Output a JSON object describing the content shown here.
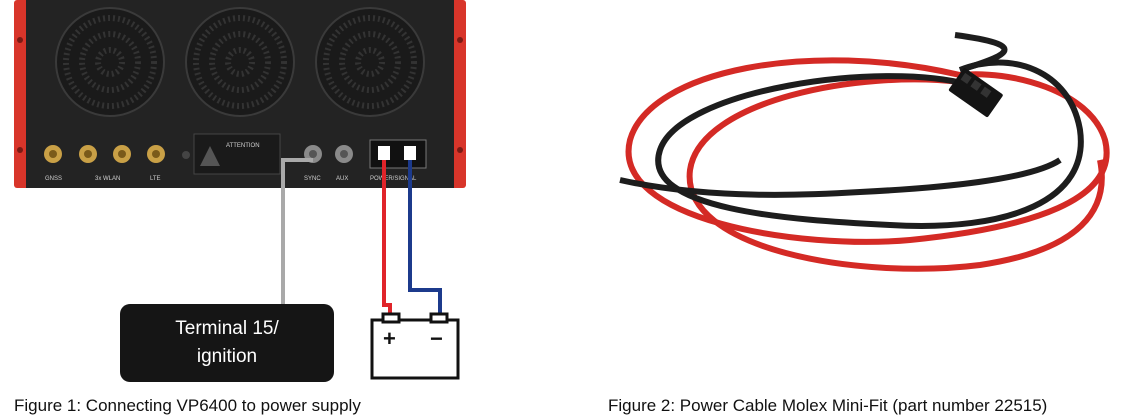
{
  "figure1": {
    "caption": "Figure 1: Connecting VP6400 to power supply",
    "device_ports": [
      "GNSS",
      "3x WLAN",
      "LTE",
      "SYNC",
      "AUX",
      "POWER/SIGNAL"
    ],
    "attention_label": "ATTENTION",
    "terminal_line1": "Terminal 15/",
    "terminal_line2": "ignition",
    "battery_plus": "+",
    "battery_minus": "−",
    "colors": {
      "chassis": "#d8352a",
      "panel": "#2a2a2a",
      "red_wire": "#e0242a",
      "blue_wire": "#1c3a8c",
      "grey_wire": "#a9a9a9"
    }
  },
  "figure2": {
    "caption": "Figure 2: Power Cable Molex Mini-Fit (part number 22515)",
    "colors": {
      "red_cable": "#d42a25",
      "black_cable": "#1d1d1d"
    }
  }
}
